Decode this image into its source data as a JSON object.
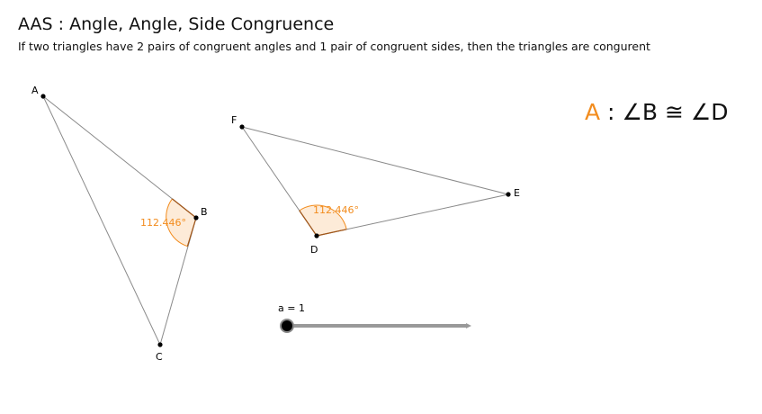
{
  "header": {
    "title": "AAS : Angle, Angle,  Side Congruence",
    "subtitle": "If two triangles have 2 pairs of congruent angles and 1 pair of congruent sides, then the triangles are congurent"
  },
  "statement": {
    "step": "A",
    "separator": " : ",
    "text": "∠B ≅ ∠D"
  },
  "points": {
    "A": "A",
    "B": "B",
    "C": "C",
    "D": "D",
    "E": "E",
    "F": "F"
  },
  "angles": {
    "B": "112.446°",
    "D": "112.446°"
  },
  "slider": {
    "label": "a = 1",
    "value": 1
  },
  "colors": {
    "accent": "#f28c1e",
    "angle_fill": "#fdebd8",
    "segment": "#8a8a8a",
    "slider_track": "#999999"
  }
}
